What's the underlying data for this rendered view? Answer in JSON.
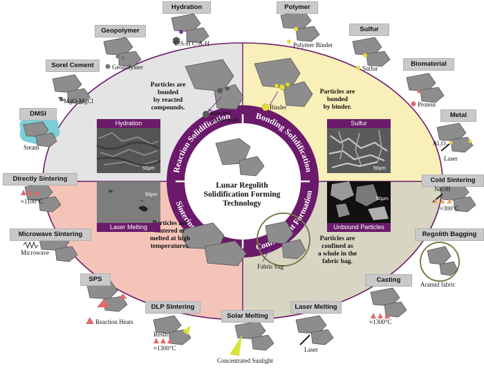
{
  "center": {
    "title_line1": "Lunar Regolith",
    "title_line2": "Solidification Forming",
    "title_line3": "Technology"
  },
  "ring": {
    "reaction": "Reaction Solidification",
    "bonding": "Bonding Solidification",
    "sintering": "Sintering/Melting",
    "confinement": "Confinement Formation"
  },
  "quadrants": {
    "reaction": {
      "note": [
        "Particles are",
        "bonded",
        "by reacted",
        "compounds."
      ],
      "label": [
        "Reacted",
        "compounds"
      ],
      "image_caption": "Hydration",
      "scale": "50μm"
    },
    "bonding": {
      "note": [
        "Particles are",
        "bonded",
        "by binder."
      ],
      "label": "Binder",
      "image_caption": "Sulfur",
      "scale": "50μm"
    },
    "sintering": {
      "note": [
        "Particles are",
        "sintered or",
        "melted at high",
        "temperatures."
      ],
      "image_caption": "Laser Melting",
      "scale": "50μm"
    },
    "confinement": {
      "note": [
        "Particles are",
        "confined as",
        "a whole in the",
        "fabric bag."
      ],
      "label": "Fabric bag",
      "image_caption": "Unbound Particles",
      "scale": "50μm"
    }
  },
  "methods": [
    {
      "key": "hydration",
      "title": "Hydration",
      "caption": "C-S-H  C-A-H"
    },
    {
      "key": "polymer",
      "title": "Polymer",
      "caption": "Polymer Binder"
    },
    {
      "key": "geopolymer",
      "title": "Geopolymer",
      "caption": "Geopolymer"
    },
    {
      "key": "sulfur",
      "title": "Sulfur",
      "caption": "Sulfur"
    },
    {
      "key": "sorel",
      "title": "Sorel Cement",
      "caption": "MgO-MgCl"
    },
    {
      "key": "biomaterial",
      "title": "Biomaterial",
      "caption": "Protein"
    },
    {
      "key": "dmsi",
      "title": "DMSI",
      "caption": "Steam"
    },
    {
      "key": "metal",
      "title": "Metal",
      "caption": "Al₂O₃",
      "caption2": "Laser"
    },
    {
      "key": "direct",
      "title": "Directly Sintering",
      "caption": "≈1100°C"
    },
    {
      "key": "cold",
      "title": "Cold Sintering",
      "caption": "NaOH",
      "caption2": "≈300°C"
    },
    {
      "key": "microwave",
      "title": "Microwave Sintering",
      "caption": "Microwave"
    },
    {
      "key": "bagging",
      "title": "Regolith Bagging",
      "caption": "Aramid fabric"
    },
    {
      "key": "sps",
      "title": "SPS",
      "caption": "Reaction Heats"
    },
    {
      "key": "casting",
      "title": "Casting",
      "caption": "≈1300°C"
    },
    {
      "key": "dlp",
      "title": "DLP Sintering",
      "caption": "Resin",
      "caption2": "≈1300°C"
    },
    {
      "key": "solar",
      "title": "Solar Melting",
      "caption": "Concentrated Sunlight"
    },
    {
      "key": "laser",
      "title": "Laser Melting",
      "caption": "Laser"
    }
  ],
  "colors": {
    "ring": "#6b1a6b",
    "reaction_bg": "#e4e4e4",
    "bonding_bg": "#f8f0b8",
    "sintering_bg": "#f5c4b8",
    "confinement_bg": "#d8d6c2",
    "rock": "#8d8d8d",
    "tab": "#c9c9c9"
  }
}
